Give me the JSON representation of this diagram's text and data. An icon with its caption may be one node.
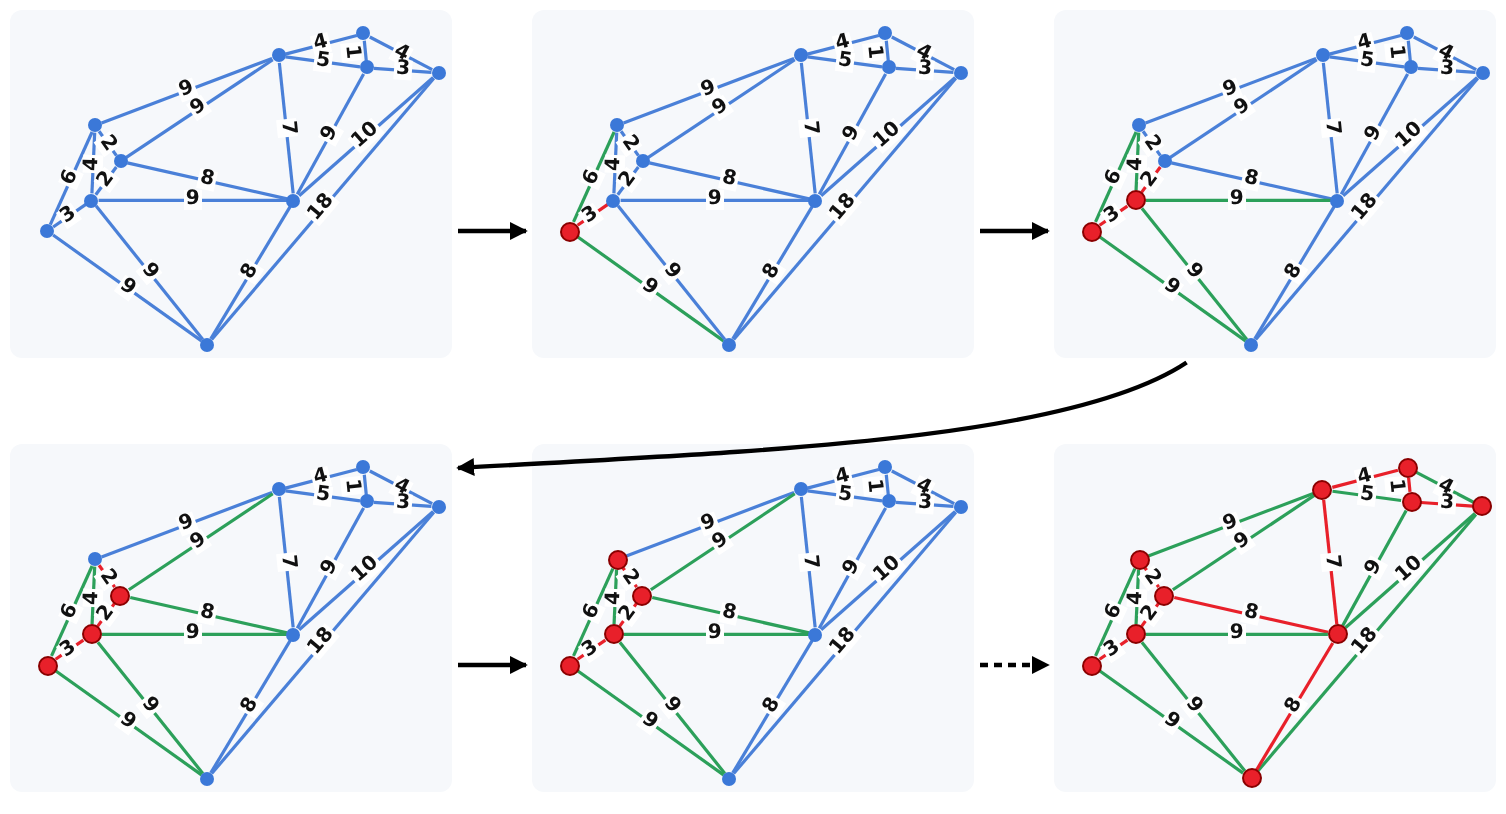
{
  "diagram": {
    "nodes": [
      {
        "text": [],
        "shape": "picture"
      },
      {
        "text": [],
        "shape": "circle",
        "in": 0
      },
      {
        "text": [],
        "shape": "circle",
        "in": 0
      },
      {
        "text": [],
        "shape": "circle",
        "in": 0
      },
      {
        "text": [],
        "shape": "circle",
        "in": 0
      },
      {
        "text": [],
        "shape": "circle",
        "in": 0
      },
      {
        "text": [],
        "shape": "circle",
        "in": 0
      },
      {
        "text": [],
        "shape": "circle",
        "in": 0
      },
      {
        "text": [],
        "shape": "circle",
        "in": 0
      },
      {
        "text": [],
        "shape": "circle",
        "in": 0
      },
      {
        "text": [],
        "shape": "circle",
        "in": 0
      },
      {
        "text": [],
        "shape": "picture"
      },
      {
        "text": [],
        "shape": "circle",
        "in": 11
      },
      {
        "text": [],
        "shape": "circle",
        "in": 11
      },
      {
        "text": [],
        "shape": "circle",
        "in": 11
      },
      {
        "text": [],
        "shape": "circle",
        "in": 11
      },
      {
        "text": [],
        "shape": "circle",
        "in": 11
      },
      {
        "text": [],
        "shape": "circle",
        "in": 11
      },
      {
        "text": [],
        "shape": "circle",
        "in": 11
      },
      {
        "text": [],
        "shape": "circle",
        "in": 11
      },
      {
        "text": [],
        "shape": "circle",
        "in": 11
      },
      {
        "text": [],
        "shape": "circle",
        "in": 11
      },
      {
        "text": [],
        "shape": "picture"
      },
      {
        "text": [],
        "shape": "circle",
        "in": 22
      },
      {
        "text": [],
        "shape": "circle",
        "in": 22
      },
      {
        "text": [],
        "shape": "circle",
        "in": 22
      },
      {
        "text": [],
        "shape": "circle",
        "in": 22
      },
      {
        "text": [],
        "shape": "circle",
        "in": 22
      },
      {
        "text": [],
        "shape": "circle",
        "in": 22
      },
      {
        "text": [],
        "shape": "circle",
        "in": 22
      },
      {
        "text": [],
        "shape": "circle",
        "in": 22
      },
      {
        "text": [],
        "shape": "circle",
        "in": 22
      },
      {
        "text": [],
        "shape": "circle",
        "in": 22
      },
      {
        "text": [],
        "shape": "picture"
      },
      {
        "text": [],
        "shape": "circle",
        "in": 33
      },
      {
        "text": [],
        "shape": "circle",
        "in": 33
      },
      {
        "text": [],
        "shape": "circle",
        "in": 33
      },
      {
        "text": [],
        "shape": "circle",
        "in": 33
      },
      {
        "text": [],
        "shape": "circle",
        "in": 33
      },
      {
        "text": [],
        "shape": "circle",
        "in": 33
      },
      {
        "text": [],
        "shape": "circle",
        "in": 33
      },
      {
        "text": [],
        "shape": "circle",
        "in": 33
      },
      {
        "text": [],
        "shape": "circle",
        "in": 33
      },
      {
        "text": [],
        "shape": "circle",
        "in": 33
      },
      {
        "text": [],
        "shape": "picture"
      },
      {
        "text": [],
        "shape": "circle",
        "in": 44
      },
      {
        "text": [],
        "shape": "circle",
        "in": 44
      },
      {
        "text": [],
        "shape": "circle",
        "in": 44
      },
      {
        "text": [],
        "shape": "circle",
        "in": 44
      },
      {
        "text": [],
        "shape": "circle",
        "in": 44
      },
      {
        "text": [],
        "shape": "circle",
        "in": 44
      },
      {
        "text": [],
        "shape": "circle",
        "in": 44
      },
      {
        "text": [],
        "shape": "circle",
        "in": 44
      },
      {
        "text": [],
        "shape": "circle",
        "in": 44
      },
      {
        "text": [],
        "shape": "circle",
        "in": 44
      },
      {
        "text": [],
        "shape": "picture"
      },
      {
        "text": [],
        "shape": "circle",
        "in": 55
      },
      {
        "text": [],
        "shape": "circle",
        "in": 55
      },
      {
        "text": [],
        "shape": "circle",
        "in": 55
      },
      {
        "text": [],
        "shape": "circle",
        "in": 55
      },
      {
        "text": [],
        "shape": "circle",
        "in": 55
      },
      {
        "text": [],
        "shape": "circle",
        "in": 55
      },
      {
        "text": [],
        "shape": "circle",
        "in": 55
      },
      {
        "text": [],
        "shape": "circle",
        "in": 55
      },
      {
        "text": [],
        "shape": "circle",
        "in": 55
      },
      {
        "text": [],
        "shape": "circle",
        "in": 55
      }
    ],
    "edges": [
      {
        "from": 1,
        "to": 2,
        "arrow": "none",
        "label": "6"
      },
      {
        "from": 1,
        "to": 4,
        "arrow": "none",
        "label": "3"
      },
      {
        "from": 1,
        "to": 10,
        "arrow": "none",
        "label": "9"
      },
      {
        "from": 2,
        "to": 4,
        "arrow": "none",
        "label": "4"
      },
      {
        "from": 2,
        "to": 3,
        "arrow": "none",
        "label": "2"
      },
      {
        "from": 3,
        "to": 4,
        "arrow": "none",
        "label": "2"
      },
      {
        "from": 2,
        "to": 5,
        "arrow": "none",
        "label": "9"
      },
      {
        "from": 3,
        "to": 5,
        "arrow": "none",
        "label": "9"
      },
      {
        "from": 3,
        "to": 9,
        "arrow": "none",
        "label": "8"
      },
      {
        "from": 4,
        "to": 9,
        "arrow": "none",
        "label": "9"
      },
      {
        "from": 4,
        "to": 10,
        "arrow": "none",
        "label": "9"
      },
      {
        "from": 5,
        "to": 6,
        "arrow": "none",
        "label": "4"
      },
      {
        "from": 5,
        "to": 7,
        "arrow": "none",
        "label": "5"
      },
      {
        "from": 6,
        "to": 7,
        "arrow": "none",
        "label": "1"
      },
      {
        "from": 6,
        "to": 8,
        "arrow": "none",
        "label": "4"
      },
      {
        "from": 7,
        "to": 8,
        "arrow": "none",
        "label": "3"
      },
      {
        "from": 5,
        "to": 9,
        "arrow": "none",
        "label": "7"
      },
      {
        "from": 7,
        "to": 9,
        "arrow": "none",
        "label": "9"
      },
      {
        "from": 8,
        "to": 9,
        "arrow": "none",
        "label": "10"
      },
      {
        "from": 8,
        "to": 10,
        "arrow": "none",
        "label": "18"
      },
      {
        "from": 9,
        "to": 10,
        "arrow": "none",
        "label": "8"
      },
      {
        "from": 12,
        "to": 13,
        "arrow": "none",
        "label": "6",
        "color": "#2ca05a"
      },
      {
        "from": 12,
        "to": 15,
        "arrow": "none",
        "label": "3",
        "color": "#e8202a"
      },
      {
        "from": 12,
        "to": 21,
        "arrow": "none",
        "label": "9",
        "color": "#2ca05a"
      },
      {
        "from": 13,
        "to": 15,
        "arrow": "none",
        "label": "4"
      },
      {
        "from": 13,
        "to": 14,
        "arrow": "none",
        "label": "2"
      },
      {
        "from": 14,
        "to": 15,
        "arrow": "none",
        "label": "2"
      },
      {
        "from": 13,
        "to": 16,
        "arrow": "none",
        "label": "9"
      },
      {
        "from": 14,
        "to": 16,
        "arrow": "none",
        "label": "9"
      },
      {
        "from": 14,
        "to": 20,
        "arrow": "none",
        "label": "8"
      },
      {
        "from": 15,
        "to": 20,
        "arrow": "none",
        "label": "9"
      },
      {
        "from": 15,
        "to": 21,
        "arrow": "none",
        "label": "9"
      },
      {
        "from": 16,
        "to": 17,
        "arrow": "none",
        "label": "4"
      },
      {
        "from": 16,
        "to": 18,
        "arrow": "none",
        "label": "5"
      },
      {
        "from": 17,
        "to": 18,
        "arrow": "none",
        "label": "1"
      },
      {
        "from": 17,
        "to": 19,
        "arrow": "none",
        "label": "4"
      },
      {
        "from": 18,
        "to": 19,
        "arrow": "none",
        "label": "3"
      },
      {
        "from": 16,
        "to": 20,
        "arrow": "none",
        "label": "7"
      },
      {
        "from": 18,
        "to": 20,
        "arrow": "none",
        "label": "9"
      },
      {
        "from": 19,
        "to": 20,
        "arrow": "none",
        "label": "10"
      },
      {
        "from": 19,
        "to": 21,
        "arrow": "none",
        "label": "18"
      },
      {
        "from": 20,
        "to": 21,
        "arrow": "none",
        "label": "8"
      },
      {
        "from": 23,
        "to": 24,
        "arrow": "none",
        "label": "6",
        "color": "#2ca05a"
      },
      {
        "from": 23,
        "to": 26,
        "arrow": "none",
        "label": "3",
        "color": "#e8202a"
      },
      {
        "from": 23,
        "to": 32,
        "arrow": "none",
        "label": "9",
        "color": "#2ca05a"
      },
      {
        "from": 24,
        "to": 26,
        "arrow": "none",
        "label": "4",
        "color": "#2ca05a"
      },
      {
        "from": 24,
        "to": 25,
        "arrow": "none",
        "label": "2"
      },
      {
        "from": 25,
        "to": 26,
        "arrow": "none",
        "label": "2",
        "color": "#e8202a"
      },
      {
        "from": 24,
        "to": 27,
        "arrow": "none",
        "label": "9"
      },
      {
        "from": 25,
        "to": 27,
        "arrow": "none",
        "label": "9"
      },
      {
        "from": 25,
        "to": 31,
        "arrow": "none",
        "label": "8"
      },
      {
        "from": 26,
        "to": 31,
        "arrow": "none",
        "label": "9",
        "color": "#2ca05a"
      },
      {
        "from": 26,
        "to": 32,
        "arrow": "none",
        "label": "9",
        "color": "#2ca05a"
      },
      {
        "from": 27,
        "to": 28,
        "arrow": "none",
        "label": "4"
      },
      {
        "from": 27,
        "to": 29,
        "arrow": "none",
        "label": "5"
      },
      {
        "from": 28,
        "to": 29,
        "arrow": "none",
        "label": "1"
      },
      {
        "from": 28,
        "to": 30,
        "arrow": "none",
        "label": "4"
      },
      {
        "from": 29,
        "to": 30,
        "arrow": "none",
        "label": "3"
      },
      {
        "from": 27,
        "to": 31,
        "arrow": "none",
        "label": "7"
      },
      {
        "from": 29,
        "to": 31,
        "arrow": "none",
        "label": "9"
      },
      {
        "from": 30,
        "to": 31,
        "arrow": "none",
        "label": "10"
      },
      {
        "from": 30,
        "to": 32,
        "arrow": "none",
        "label": "18"
      },
      {
        "from": 31,
        "to": 32,
        "arrow": "none",
        "label": "8"
      },
      {
        "from": 34,
        "to": 35,
        "arrow": "none",
        "label": "6",
        "color": "#2ca05a"
      },
      {
        "from": 34,
        "to": 37,
        "arrow": "none",
        "label": "3",
        "color": "#e8202a"
      },
      {
        "from": 34,
        "to": 43,
        "arrow": "none",
        "label": "9",
        "color": "#2ca05a"
      },
      {
        "from": 35,
        "to": 37,
        "arrow": "none",
        "label": "4",
        "color": "#2ca05a"
      },
      {
        "from": 35,
        "to": 36,
        "arrow": "none",
        "label": "2",
        "color": "#e8202a"
      },
      {
        "from": 36,
        "to": 37,
        "arrow": "none",
        "label": "2",
        "color": "#e8202a"
      },
      {
        "from": 35,
        "to": 38,
        "arrow": "none",
        "label": "9"
      },
      {
        "from": 36,
        "to": 38,
        "arrow": "none",
        "label": "9",
        "color": "#2ca05a"
      },
      {
        "from": 36,
        "to": 42,
        "arrow": "none",
        "label": "8",
        "color": "#2ca05a"
      },
      {
        "from": 37,
        "to": 42,
        "arrow": "none",
        "label": "9",
        "color": "#2ca05a"
      },
      {
        "from": 37,
        "to": 43,
        "arrow": "none",
        "label": "9",
        "color": "#2ca05a"
      },
      {
        "from": 38,
        "to": 39,
        "arrow": "none",
        "label": "4"
      },
      {
        "from": 38,
        "to": 40,
        "arrow": "none",
        "label": "5"
      },
      {
        "from": 39,
        "to": 40,
        "arrow": "none",
        "label": "1"
      },
      {
        "from": 39,
        "to": 41,
        "arrow": "none",
        "label": "4"
      },
      {
        "from": 40,
        "to": 41,
        "arrow": "none",
        "label": "3"
      },
      {
        "from": 38,
        "to": 42,
        "arrow": "none",
        "label": "7"
      },
      {
        "from": 40,
        "to": 42,
        "arrow": "none",
        "label": "9"
      },
      {
        "from": 41,
        "to": 42,
        "arrow": "none",
        "label": "10"
      },
      {
        "from": 41,
        "to": 43,
        "arrow": "none",
        "label": "18"
      },
      {
        "from": 42,
        "to": 43,
        "arrow": "none",
        "label": "8"
      },
      {
        "from": 45,
        "to": 46,
        "arrow": "none",
        "label": "6",
        "color": "#2ca05a"
      },
      {
        "from": 45,
        "to": 48,
        "arrow": "none",
        "label": "3",
        "color": "#e8202a"
      },
      {
        "from": 45,
        "to": 54,
        "arrow": "none",
        "label": "9",
        "color": "#2ca05a"
      },
      {
        "from": 46,
        "to": 48,
        "arrow": "none",
        "label": "4",
        "color": "#2ca05a"
      },
      {
        "from": 46,
        "to": 47,
        "arrow": "none",
        "label": "2",
        "color": "#e8202a"
      },
      {
        "from": 47,
        "to": 48,
        "arrow": "none",
        "label": "2",
        "color": "#e8202a"
      },
      {
        "from": 46,
        "to": 49,
        "arrow": "none",
        "label": "9"
      },
      {
        "from": 47,
        "to": 49,
        "arrow": "none",
        "label": "9",
        "color": "#2ca05a"
      },
      {
        "from": 47,
        "to": 53,
        "arrow": "none",
        "label": "8",
        "color": "#2ca05a"
      },
      {
        "from": 48,
        "to": 53,
        "arrow": "none",
        "label": "9",
        "color": "#2ca05a"
      },
      {
        "from": 48,
        "to": 54,
        "arrow": "none",
        "label": "9",
        "color": "#2ca05a"
      },
      {
        "from": 49,
        "to": 50,
        "arrow": "none",
        "label": "4"
      },
      {
        "from": 49,
        "to": 51,
        "arrow": "none",
        "label": "5"
      },
      {
        "from": 50,
        "to": 51,
        "arrow": "none",
        "label": "1"
      },
      {
        "from": 50,
        "to": 52,
        "arrow": "none",
        "label": "4"
      },
      {
        "from": 51,
        "to": 52,
        "arrow": "none",
        "label": "3"
      },
      {
        "from": 49,
        "to": 53,
        "arrow": "none",
        "label": "7"
      },
      {
        "from": 51,
        "to": 53,
        "arrow": "none",
        "label": "9"
      },
      {
        "from": 52,
        "to": 53,
        "arrow": "none",
        "label": "10"
      },
      {
        "from": 52,
        "to": 54,
        "arrow": "none",
        "label": "18"
      },
      {
        "from": 53,
        "to": 54,
        "arrow": "none",
        "label": "8"
      },
      {
        "from": 56,
        "to": 57,
        "arrow": "none",
        "label": "6",
        "color": "#2ca05a"
      },
      {
        "from": 56,
        "to": 59,
        "arrow": "none",
        "label": "3",
        "color": "#e8202a"
      },
      {
        "from": 56,
        "to": 65,
        "arrow": "none",
        "label": "9",
        "color": "#2ca05a"
      },
      {
        "from": 57,
        "to": 59,
        "arrow": "none",
        "label": "4",
        "color": "#2ca05a"
      },
      {
        "from": 57,
        "to": 58,
        "arrow": "none",
        "label": "2",
        "color": "#e8202a"
      },
      {
        "from": 58,
        "to": 59,
        "arrow": "none",
        "label": "2",
        "color": "#e8202a"
      },
      {
        "from": 57,
        "to": 60,
        "arrow": "none",
        "label": "9",
        "color": "#2ca05a"
      },
      {
        "from": 58,
        "to": 60,
        "arrow": "none",
        "label": "9",
        "color": "#2ca05a"
      },
      {
        "from": 58,
        "to": 64,
        "arrow": "none",
        "label": "8",
        "color": "#e8202a"
      },
      {
        "from": 59,
        "to": 64,
        "arrow": "none",
        "label": "9",
        "color": "#2ca05a"
      },
      {
        "from": 59,
        "to": 65,
        "arrow": "none",
        "label": "9",
        "color": "#2ca05a"
      },
      {
        "from": 60,
        "to": 61,
        "arrow": "none",
        "label": "4",
        "color": "#e8202a"
      },
      {
        "from": 60,
        "to": 62,
        "arrow": "none",
        "label": "5",
        "color": "#2ca05a"
      },
      {
        "from": 61,
        "to": 62,
        "arrow": "none",
        "label": "1",
        "color": "#e8202a"
      },
      {
        "from": 61,
        "to": 63,
        "arrow": "none",
        "label": "4",
        "color": "#2ca05a"
      },
      {
        "from": 62,
        "to": 63,
        "arrow": "none",
        "label": "3",
        "color": "#e8202a"
      },
      {
        "from": 60,
        "to": 64,
        "arrow": "none",
        "label": "7",
        "color": "#e8202a"
      },
      {
        "from": 62,
        "to": 64,
        "arrow": "none",
        "label": "9",
        "color": "#2ca05a"
      },
      {
        "from": 63,
        "to": 64,
        "arrow": "none",
        "label": "10",
        "color": "#2ca05a"
      },
      {
        "from": 63,
        "to": 65,
        "arrow": "none",
        "label": "18",
        "color": "#2ca05a"
      },
      {
        "from": 64,
        "to": 65,
        "arrow": "none",
        "label": "8",
        "color": "#e8202a"
      },
      {
        "from": 0,
        "to": 11,
        "arrow": "to",
        "color": "#000000"
      },
      {
        "from": 11,
        "to": 22,
        "arrow": "to",
        "color": "#000000"
      },
      {
        "from": 22,
        "to": 33,
        "arrow": "to",
        "color": "#000000"
      },
      {
        "from": 33,
        "to": 44,
        "arrow": "to",
        "color": "#000000"
      },
      {
        "from": 44,
        "to": 55,
        "arrow": "to",
        "style": "dashed",
        "color": "#000000"
      }
    ]
  }
}
